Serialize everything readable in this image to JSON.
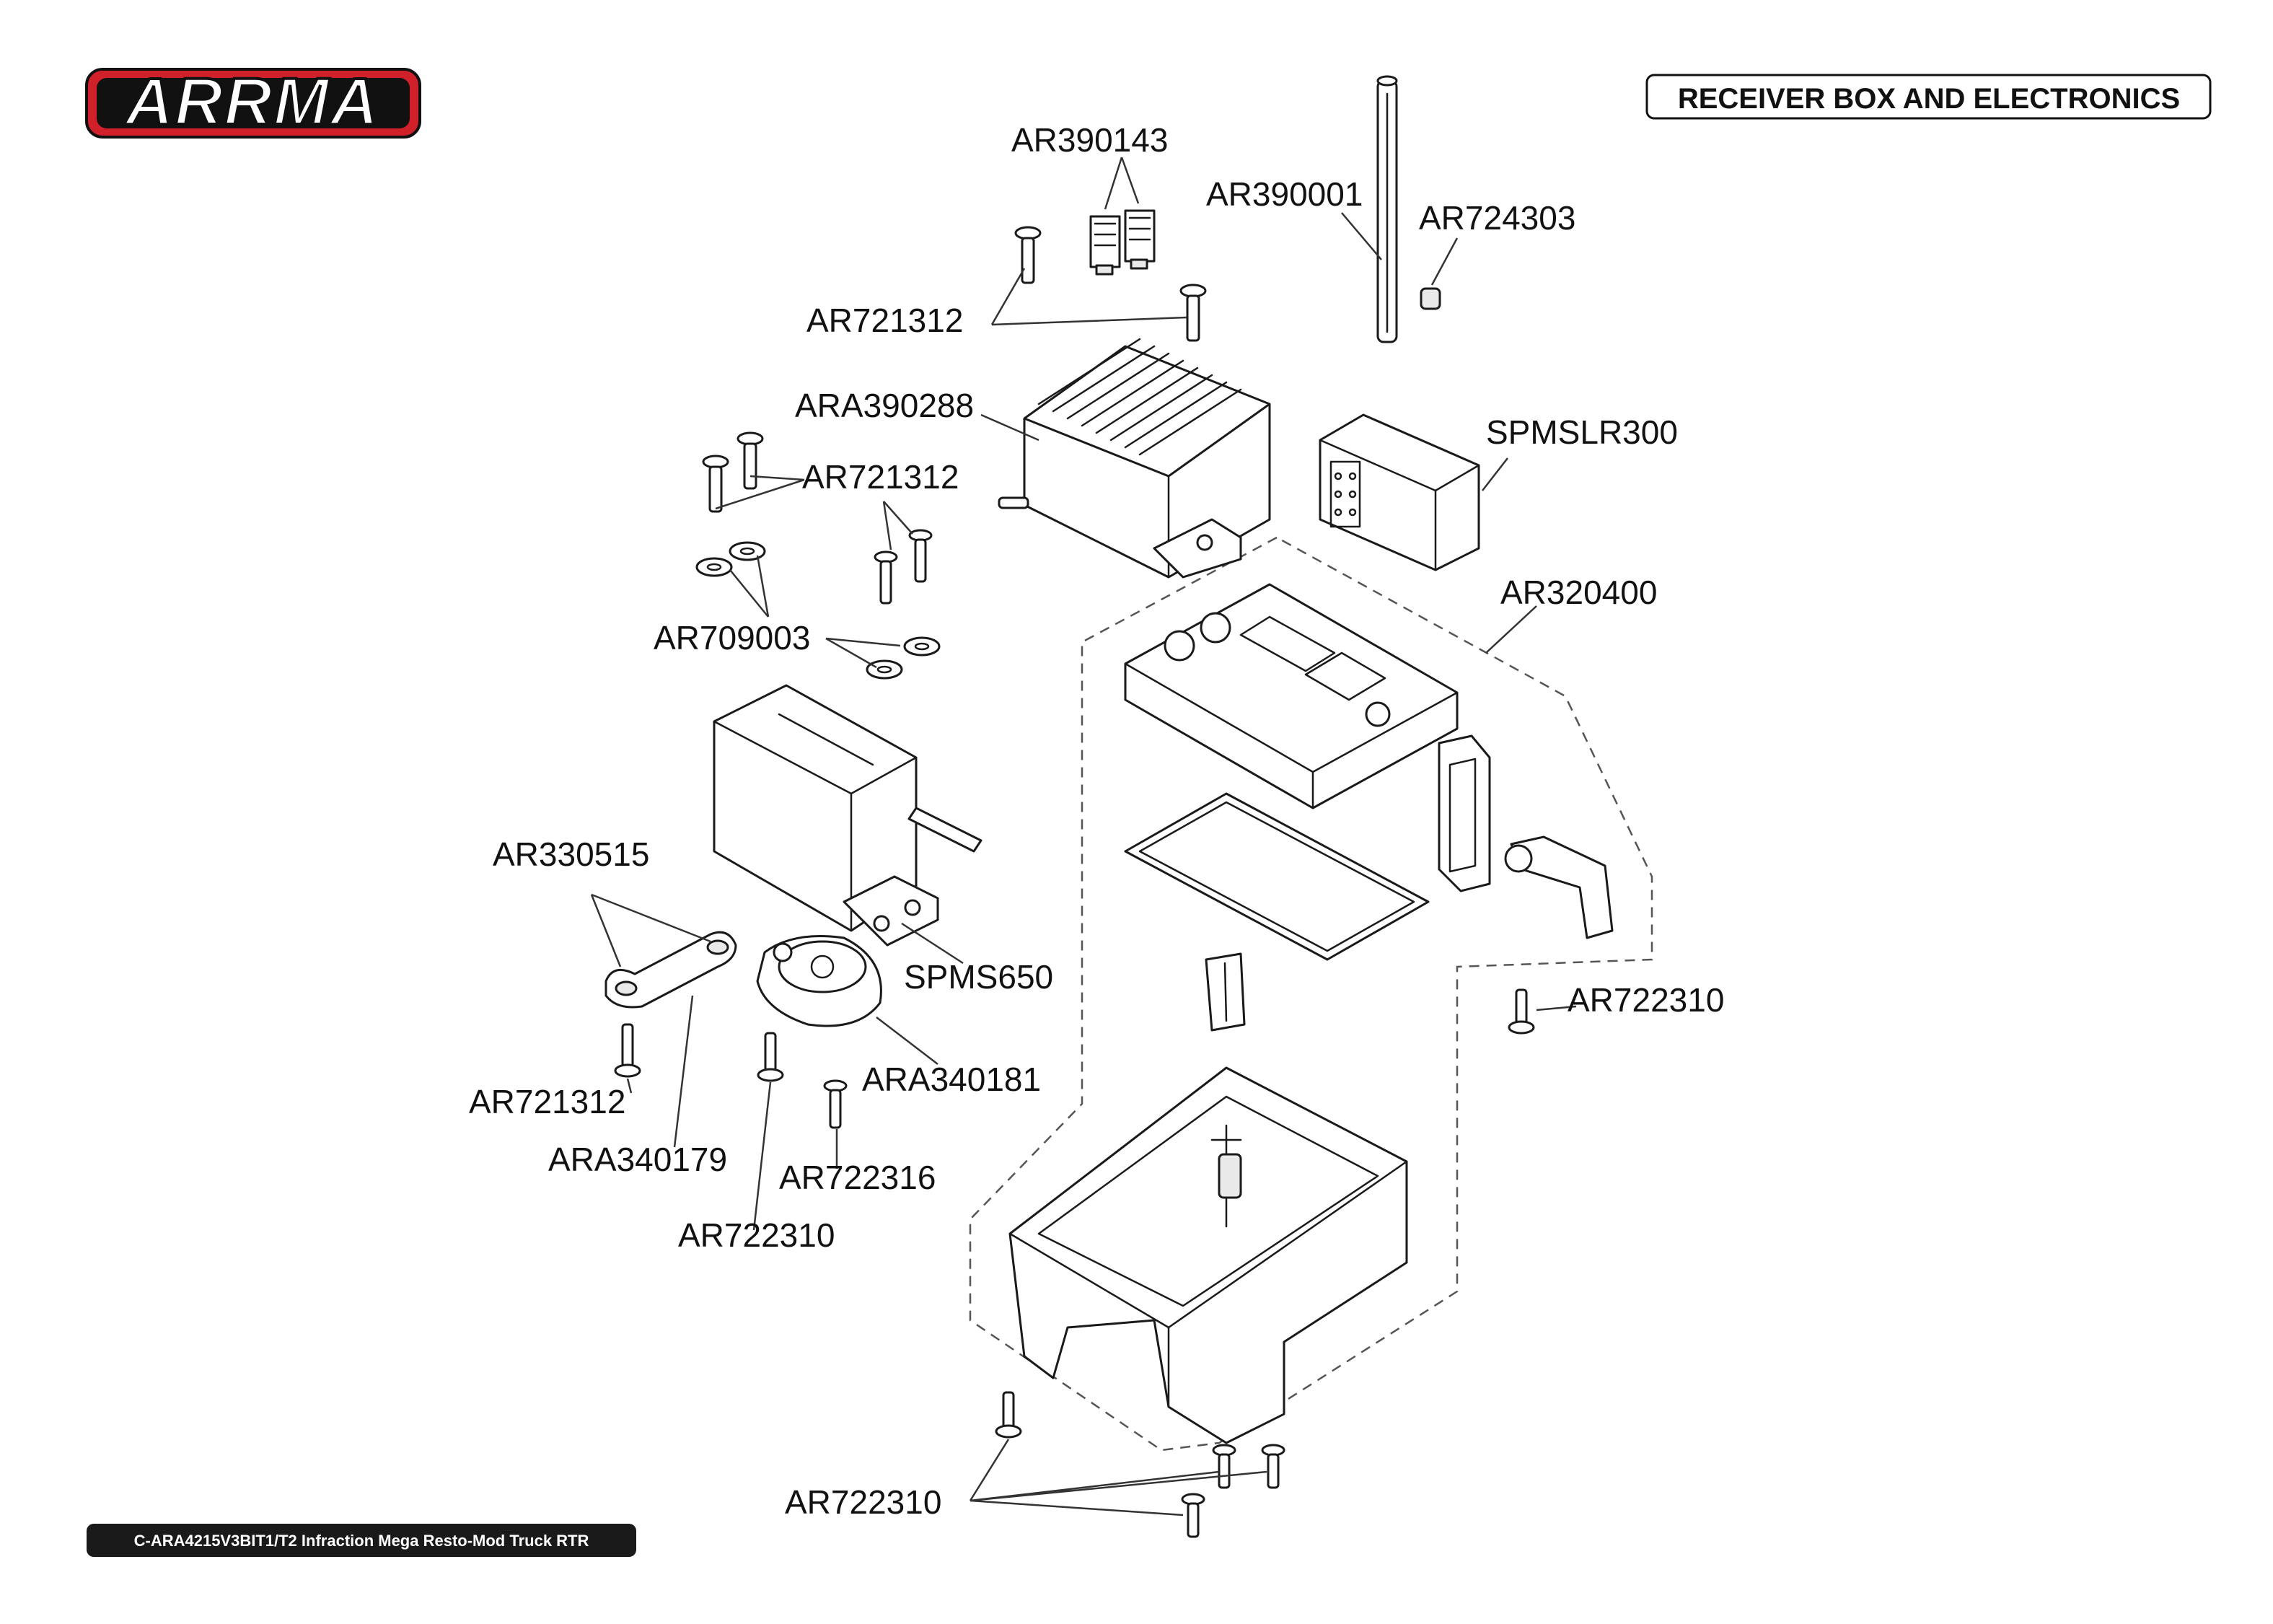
{
  "header": {
    "logo_text": "ARRMA",
    "title": "RECEIVER BOX AND ELECTRONICS"
  },
  "footer": {
    "model_text": "C-ARA4215V3BIT1/T2 Infraction Mega Resto-Mod Truck RTR"
  },
  "callouts": {
    "ar390143": "AR390143",
    "ar390001": "AR390001",
    "ar724303": "AR724303",
    "ar721312_top": "AR721312",
    "ara390288": "ARA390288",
    "spmslr300": "SPMSLR300",
    "ar721312_mid": "AR721312",
    "ar709003": "AR709003",
    "ar320400": "AR320400",
    "ar330515": "AR330515",
    "spms650": "SPMS650",
    "ar722310_right": "AR722310",
    "ara340181": "ARA340181",
    "ar721312_low": "AR721312",
    "ara340179": "ARA340179",
    "ar722316": "AR722316",
    "ar722310_low": "AR722310",
    "ar722310_bottom": "AR722310"
  },
  "colors": {
    "logo_red": "#d0202a",
    "ink": "#111111",
    "footer_bg": "#1a1a1a"
  }
}
